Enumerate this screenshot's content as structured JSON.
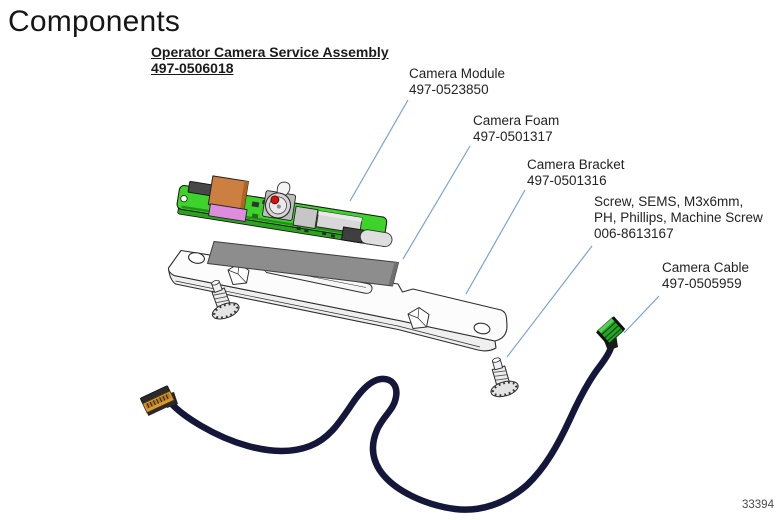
{
  "page": {
    "title": "Components",
    "figure_number": "33394"
  },
  "assembly_heading": {
    "name": "Operator Camera Service Assembly",
    "part_number": "497-0506018"
  },
  "parts": [
    {
      "id": "camera-module",
      "lines": [
        "Camera Module",
        "497-0523850"
      ]
    },
    {
      "id": "camera-foam",
      "lines": [
        "Camera Foam",
        "497-0501317"
      ]
    },
    {
      "id": "camera-bracket",
      "lines": [
        "Camera Bracket",
        "497-0501316"
      ]
    },
    {
      "id": "screw",
      "lines": [
        "Screw, SEMS, M3x6mm,",
        "PH, Phillips, Machine Screw",
        "006-8613167"
      ]
    },
    {
      "id": "camera-cable",
      "lines": [
        "Camera Cable",
        "497-0505959"
      ]
    }
  ],
  "colors": {
    "leader_line": "#7ba1d8",
    "pcb_green": "#3ed32b",
    "pcb_green_dark": "#2aa31c",
    "foam_gray": "#8d8d8d",
    "cable_navy": "#14173a",
    "connector_orange": "#d79a33",
    "connector_green": "#26a526",
    "bracket_white": "#fcfcfc"
  }
}
